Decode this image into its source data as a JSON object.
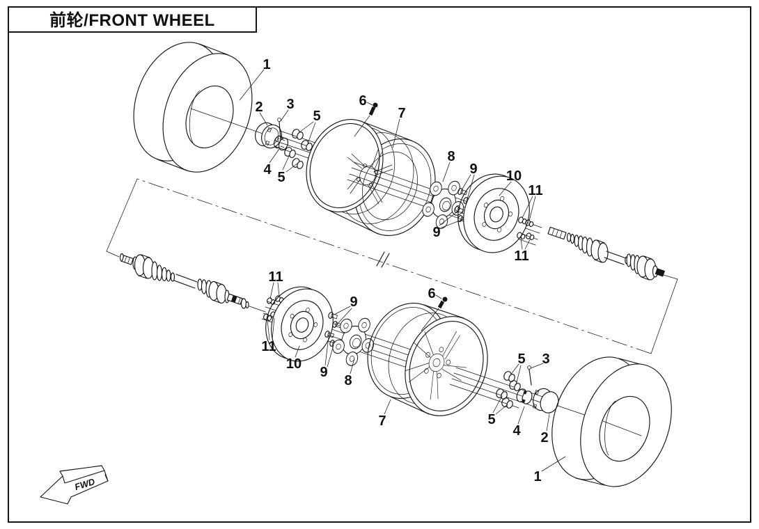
{
  "title": "前轮/FRONT WHEEL",
  "fwd_label": "FWD",
  "parts": {
    "tire": "1",
    "hub_cap": "2",
    "cotter_pin": "3",
    "castle_nut": "4",
    "lug_nut": "5",
    "valve_stem": "6",
    "rim": "7",
    "hub": "8",
    "wheel_stud": "9",
    "brake_disc": "10",
    "disc_bolt": "11"
  },
  "colors": {
    "line": "#151515",
    "background": "#ffffff"
  }
}
